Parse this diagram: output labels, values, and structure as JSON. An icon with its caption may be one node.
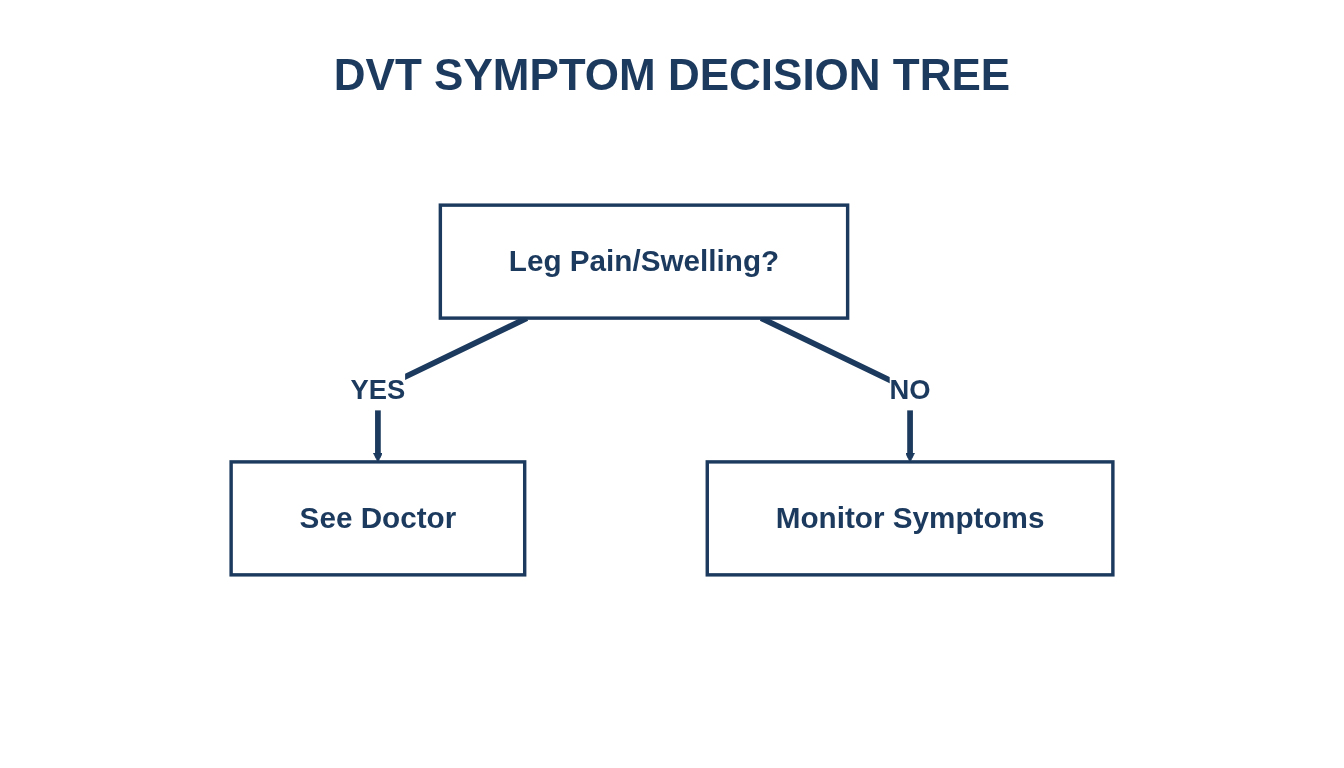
{
  "diagram": {
    "title": "DVT SYMPTOM DECISION TREE",
    "nodes": [
      {
        "text": [
          "Leg Pain/Swelling?"
        ]
      },
      {
        "text": [
          "See Doctor"
        ]
      },
      {
        "text": [
          "Monitor Symptoms"
        ]
      }
    ],
    "edges": [
      {
        "from": 0,
        "to": 1,
        "arrow": "to",
        "label": "YES"
      },
      {
        "from": 0,
        "to": 2,
        "arrow": "to",
        "label": "NO"
      }
    ]
  }
}
